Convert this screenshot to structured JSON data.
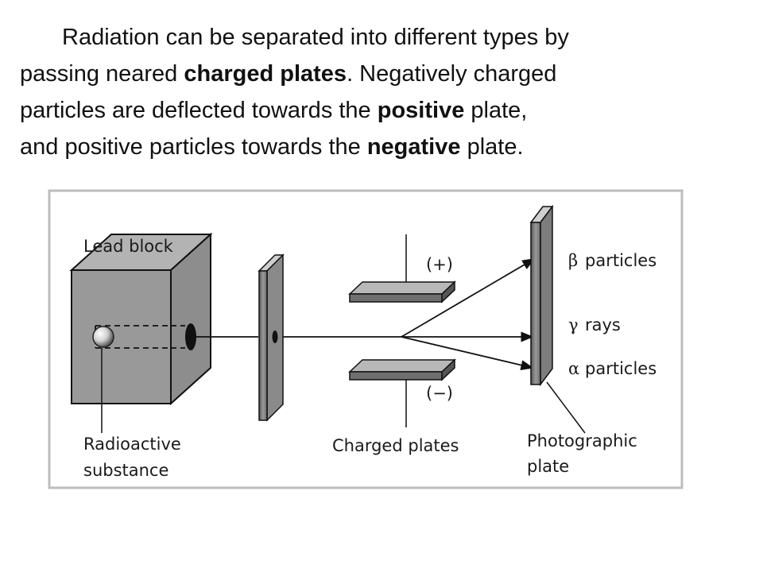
{
  "paragraph": {
    "l1": "Radiation can be separated into different types by",
    "l2a": "passing neared ",
    "l2b": "charged plates",
    "l2c": ".  Negatively charged",
    "l3a": "particles are deflected towards the ",
    "l3b": "positive",
    "l3c": " plate,",
    "l4a": "and positive particles towards the ",
    "l4b": "negative",
    "l4c": " plate."
  },
  "diagram": {
    "lead_block": "Lead block",
    "plus_sign": "(+)",
    "minus_sign": "(−)",
    "beta_symbol": "β",
    "beta_text": "particles",
    "gamma_symbol": "γ",
    "gamma_text": "rays",
    "alpha_symbol": "α",
    "alpha_text": "particles",
    "radioactive_1": "Radioactive",
    "radioactive_2": "substance",
    "charged_plates": "Charged plates",
    "photographic_1": "Photographic",
    "photographic_2": "plate"
  }
}
